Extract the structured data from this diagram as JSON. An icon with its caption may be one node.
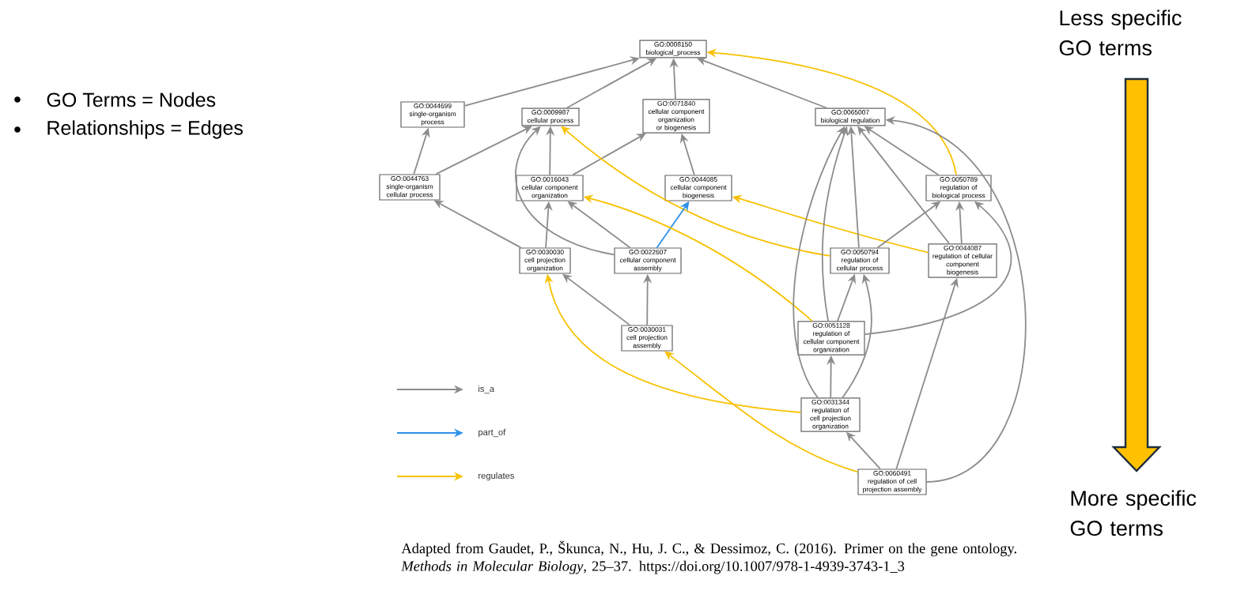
{
  "diagram": {
    "nodes": [
      {
        "text": [
          "GO:0008150",
          "biological_process"
        ]
      },
      {
        "text": [
          "GO:0044699",
          "single-organism process"
        ]
      },
      {
        "text": [
          "GO:0009987",
          "cellular process"
        ]
      },
      {
        "text": [
          "GO:0071840",
          "cellular component organization or biogenesis"
        ]
      },
      {
        "text": [
          "GO:0065007",
          "biological regulation"
        ]
      },
      {
        "text": [
          "GO:0044763",
          "single-organism cellular process"
        ]
      },
      {
        "text": [
          "GO:0016043",
          "cellular component organization"
        ]
      },
      {
        "text": [
          "GO:0044085",
          "cellular component biogenesis"
        ]
      },
      {
        "text": [
          "GO:0050789",
          "regulation of biological process"
        ]
      },
      {
        "text": [
          "GO:0030030",
          "cell projection organization"
        ]
      },
      {
        "text": [
          "GO:0022607",
          "cellular component assembly"
        ]
      },
      {
        "text": [
          "GO:0050794",
          "regulation of cellular process"
        ]
      },
      {
        "text": [
          "GO:0044087",
          "regulation of cellular component biogenesis"
        ]
      },
      {
        "text": [
          "GO:0030031",
          "cell projection assembly"
        ]
      },
      {
        "text": [
          "GO:0051128",
          "regulation of cellular component organization"
        ]
      },
      {
        "text": [
          "GO:0031344",
          "regulation of cell projection organization"
        ]
      },
      {
        "text": [
          "GO:0060491",
          "regulation of cell projection assembly"
        ]
      }
    ],
    "edges": [
      {
        "from": 1,
        "to": 0,
        "arrow": "to"
      },
      {
        "from": 2,
        "to": 0,
        "arrow": "to"
      },
      {
        "from": 3,
        "to": 0,
        "arrow": "to"
      },
      {
        "from": 4,
        "to": 0,
        "arrow": "to"
      },
      {
        "from": 8,
        "to": 0,
        "arrow": "to",
        "color": "#f7c100"
      },
      {
        "from": 5,
        "to": 1,
        "arrow": "to"
      },
      {
        "from": 5,
        "to": 2,
        "arrow": "to"
      },
      {
        "from": 6,
        "to": 2,
        "arrow": "to"
      },
      {
        "from": 6,
        "to": 3,
        "arrow": "to"
      },
      {
        "from": 10,
        "to": 2,
        "arrow": "to"
      },
      {
        "from": 7,
        "to": 3,
        "arrow": "to"
      },
      {
        "from": 11,
        "to": 2,
        "arrow": "to",
        "color": "#f7c100"
      },
      {
        "from": 9,
        "to": 5,
        "arrow": "to"
      },
      {
        "from": 9,
        "to": 6,
        "arrow": "to"
      },
      {
        "from": 10,
        "to": 6,
        "arrow": "to"
      },
      {
        "from": 10,
        "to": 7,
        "arrow": "to",
        "color": "#2e90e8"
      },
      {
        "from": 14,
        "to": 6,
        "arrow": "to",
        "color": "#f7c100"
      },
      {
        "from": 12,
        "to": 7,
        "arrow": "to",
        "color": "#f7c100"
      },
      {
        "from": 8,
        "to": 4,
        "arrow": "to"
      },
      {
        "from": 11,
        "to": 4,
        "arrow": "to"
      },
      {
        "from": 12,
        "to": 4,
        "arrow": "to"
      },
      {
        "from": 14,
        "to": 4,
        "arrow": "to"
      },
      {
        "from": 15,
        "to": 4,
        "arrow": "to"
      },
      {
        "from": 16,
        "to": 4,
        "arrow": "to"
      },
      {
        "from": 11,
        "to": 8,
        "arrow": "to"
      },
      {
        "from": 12,
        "to": 8,
        "arrow": "to"
      },
      {
        "from": 14,
        "to": 8,
        "arrow": "to"
      },
      {
        "from": 13,
        "to": 9,
        "arrow": "to"
      },
      {
        "from": 13,
        "to": 10,
        "arrow": "to"
      },
      {
        "from": 15,
        "to": 9,
        "arrow": "to",
        "color": "#f7c100"
      },
      {
        "from": 16,
        "to": 13,
        "arrow": "to",
        "color": "#f7c100"
      },
      {
        "from": 14,
        "to": 11,
        "arrow": "to"
      },
      {
        "from": 15,
        "to": 11,
        "arrow": "to"
      },
      {
        "from": 15,
        "to": 14,
        "arrow": "to"
      },
      {
        "from": 16,
        "to": 15,
        "arrow": "to"
      },
      {
        "from": 16,
        "to": 12,
        "arrow": "to"
      }
    ],
    "labels": [
      "GO Terms = Nodes",
      "Relationships = Edges",
      "Less specific GO terms",
      "More specific GO terms",
      "Adapted from Gaudet, P., Škunca, N., Hu, J. C., & Dessimoz, C. (2016). Primer on the gene ontology. *Methods in Molecular Biology*, 25–37. https://doi.org/10.1007/978-1-4939-3743-1_3"
    ],
    "legend": [
      {
        "text": "is_a"
      },
      {
        "text": "part_of"
      },
      {
        "text": "regulates"
      }
    ]
  }
}
